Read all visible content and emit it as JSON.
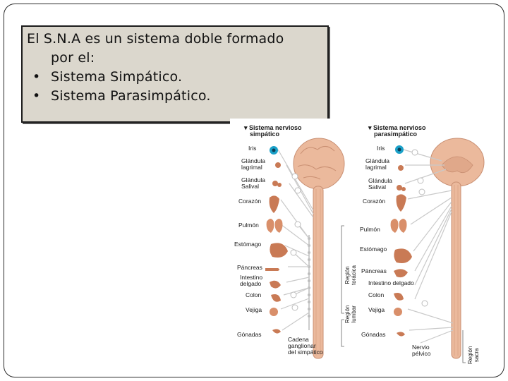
{
  "intro": {
    "line1": "El S.N.A es un sistema doble formado",
    "line2": "por el:",
    "bullet_char": "•",
    "items": [
      "Sistema Simpático.",
      "Sistema Parasimpático."
    ]
  },
  "figure": {
    "sympathetic": {
      "title_line1": "▾ Sistema nervioso",
      "title_line2": "simpático",
      "organs": [
        "Iris",
        "Glándula",
        "lagrimal",
        "Glándula",
        "Salival",
        "Corazón",
        "Pulmón",
        "Estómago",
        "Páncreas",
        "Intestino",
        "delgado",
        "Colon",
        "Vejiga",
        "Gónadas"
      ],
      "region_thoracic_1": "Región",
      "region_thoracic_2": "torácica",
      "region_lumbar_1": "Región",
      "region_lumbar_2": "lumbar",
      "chain_1": "Cadena",
      "chain_2": "ganglionar",
      "chain_3": "del simpático"
    },
    "parasympathetic": {
      "title_line1": "▾ Sistema nervioso",
      "title_line2": "parasimpático",
      "organs": [
        "Iris",
        "Glándula",
        "lagrimal",
        "Glándula",
        "Salival",
        "Corazón",
        "Pulmón",
        "Estómago",
        "Páncreas",
        "Intestino delgado",
        "Colon",
        "Vejiga",
        "Gónadas"
      ],
      "pelvic_1": "Nervio",
      "pelvic_2": "pélvico",
      "region_sacral_1": "Región",
      "region_sacral_2": "sacra"
    },
    "colors": {
      "brain": "#ebb99c",
      "nerve": "#c9c9c9",
      "eye": "#1aa0c8",
      "organ": "#c97a55"
    }
  }
}
